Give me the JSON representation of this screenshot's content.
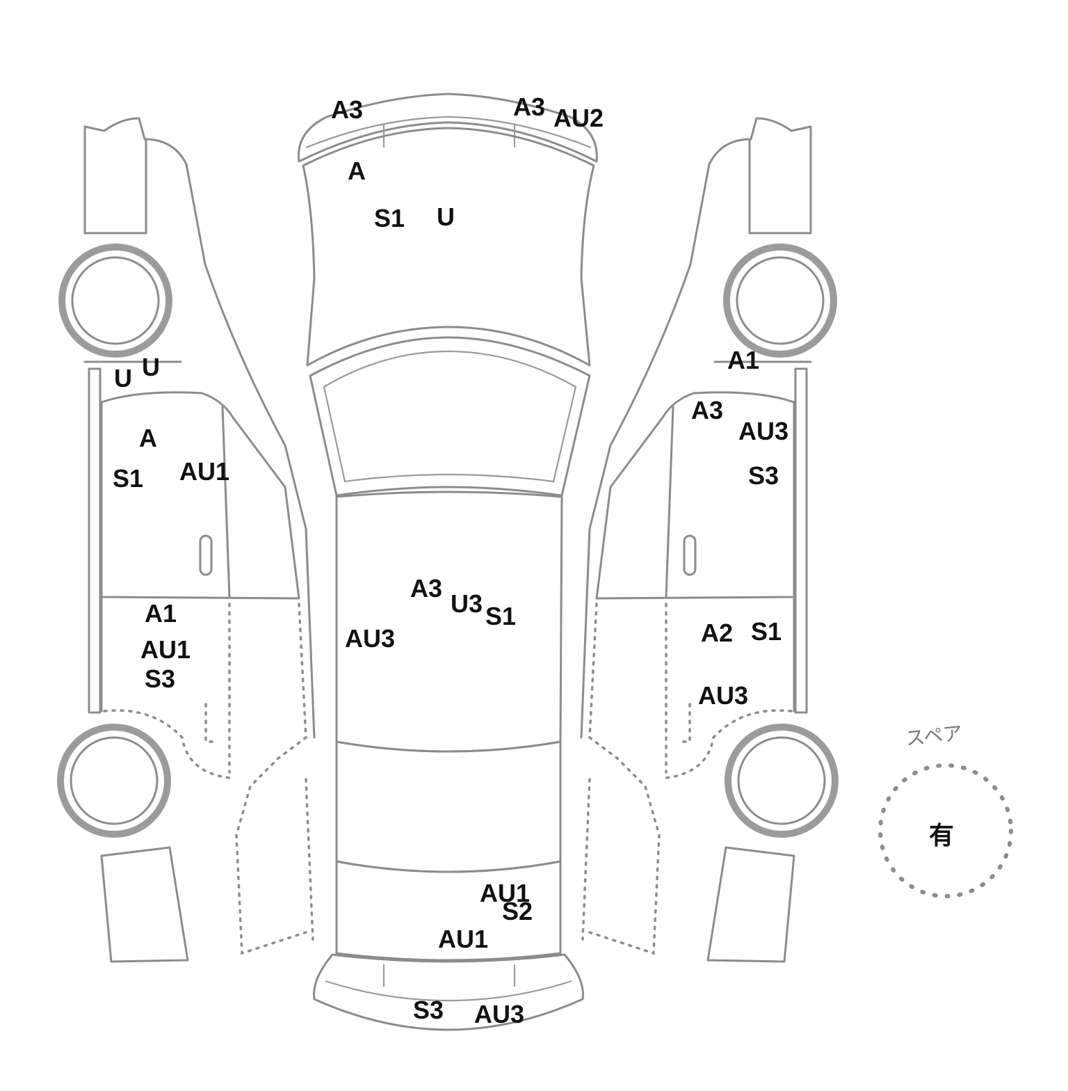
{
  "diagram": {
    "views": [
      "left-side",
      "top",
      "right-side"
    ],
    "marks": [
      {
        "id": "front-bumper-left",
        "text": "A3"
      },
      {
        "id": "front-bumper-right",
        "text": "A3"
      },
      {
        "id": "front-bumper-right-2",
        "text": "AU2"
      },
      {
        "id": "hood-a",
        "text": "A"
      },
      {
        "id": "hood-s1",
        "text": "S1"
      },
      {
        "id": "hood-u",
        "text": "U"
      },
      {
        "id": "left-fender-u1",
        "text": "U"
      },
      {
        "id": "left-fender-u2",
        "text": "U"
      },
      {
        "id": "left-front-door-a",
        "text": "A"
      },
      {
        "id": "left-front-door-s1",
        "text": "S1"
      },
      {
        "id": "left-front-door-au1",
        "text": "AU1"
      },
      {
        "id": "left-rear-door-a1",
        "text": "A1"
      },
      {
        "id": "left-rear-door-au1",
        "text": "AU1"
      },
      {
        "id": "left-rear-door-s3",
        "text": "S3"
      },
      {
        "id": "roof-a3",
        "text": "A3"
      },
      {
        "id": "roof-u3",
        "text": "U3"
      },
      {
        "id": "roof-s1",
        "text": "S1"
      },
      {
        "id": "roof-au3",
        "text": "AU3"
      },
      {
        "id": "right-fender-a1",
        "text": "A1"
      },
      {
        "id": "right-front-door-a3",
        "text": "A3"
      },
      {
        "id": "right-front-door-au3",
        "text": "AU3"
      },
      {
        "id": "right-front-door-s3",
        "text": "S3"
      },
      {
        "id": "right-rear-door-a2",
        "text": "A2"
      },
      {
        "id": "right-rear-door-s1",
        "text": "S1"
      },
      {
        "id": "right-rear-door-au3",
        "text": "AU3"
      },
      {
        "id": "trunk-au1-top",
        "text": "AU1"
      },
      {
        "id": "trunk-s2",
        "text": "S2"
      },
      {
        "id": "trunk-au1-bottom",
        "text": "AU1"
      },
      {
        "id": "rear-bumper-s3",
        "text": "S3"
      },
      {
        "id": "rear-bumper-au3",
        "text": "AU3"
      }
    ]
  },
  "spare": {
    "label": "スペア",
    "value": "有"
  }
}
